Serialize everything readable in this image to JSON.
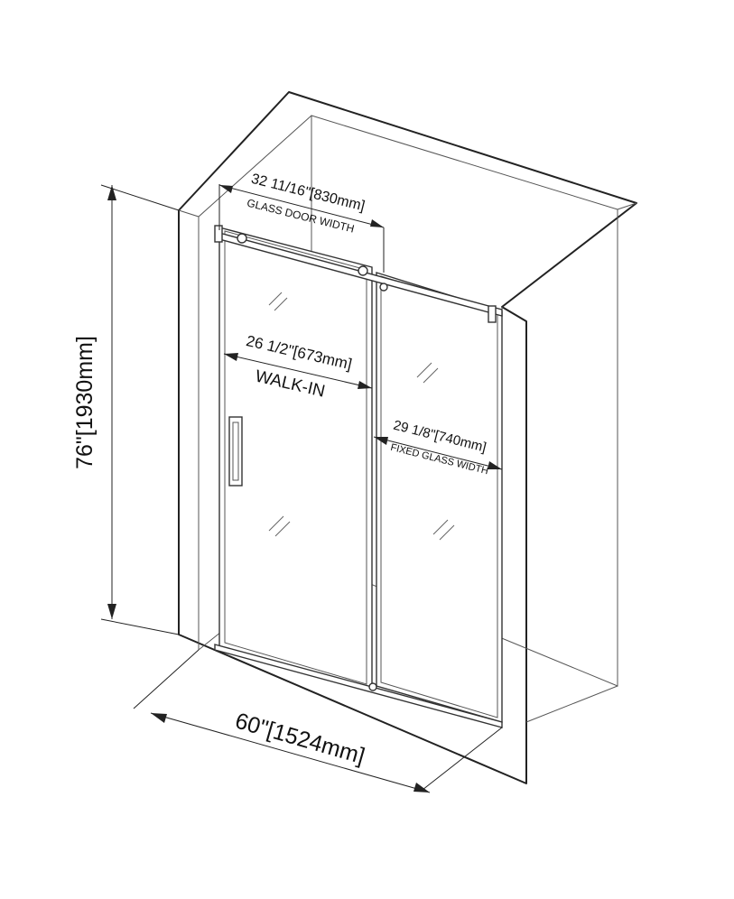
{
  "diagram": {
    "height_dimension": "76\"[1930mm]",
    "width_dimension": "60\"[1524mm]",
    "door_width_dimension": "32 11/16\"[830mm]",
    "door_width_caption": "GLASS DOOR WIDTH",
    "walkin_dimension": "26 1/2\"[673mm]",
    "walkin_caption": "WALK-IN",
    "fixed_width_dimension": "29 1/8\"[740mm]",
    "fixed_width_caption": "FIXED GLASS WIDTH"
  },
  "colors": {
    "line": "#222222",
    "background": "#ffffff"
  }
}
